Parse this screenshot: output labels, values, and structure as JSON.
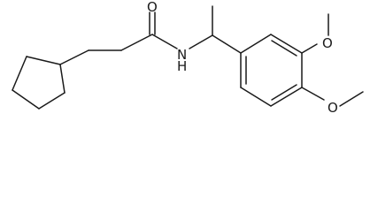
{
  "molecule": {
    "atoms": {
      "carbonyl_oxygen": "O",
      "amide_nitrogen": "N",
      "amide_hydrogen": "H",
      "methoxy_oxygen_top": "O",
      "methoxy_oxygen_bottom": "O"
    }
  }
}
